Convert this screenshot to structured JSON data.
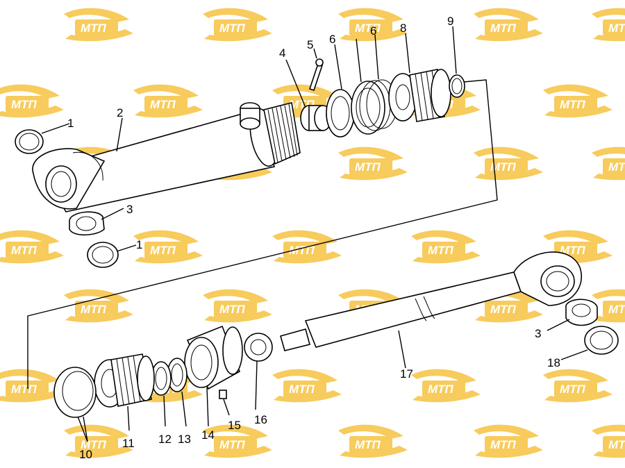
{
  "diagram": {
    "watermark_text": "МТП",
    "watermark_color": "#F7C64A",
    "callouts": {
      "c1a": "1",
      "c2": "2",
      "c3a": "3",
      "c1b": "1",
      "c4": "4",
      "c5": "5",
      "c6": "6",
      "c6b": "6",
      "c8": "8",
      "c9": "9",
      "c3b": "3",
      "c18": "18",
      "c17": "17",
      "c10": "10",
      "c11": "11",
      "c12": "12",
      "c13": "13",
      "c14": "14",
      "c15": "15",
      "c16": "16"
    }
  }
}
